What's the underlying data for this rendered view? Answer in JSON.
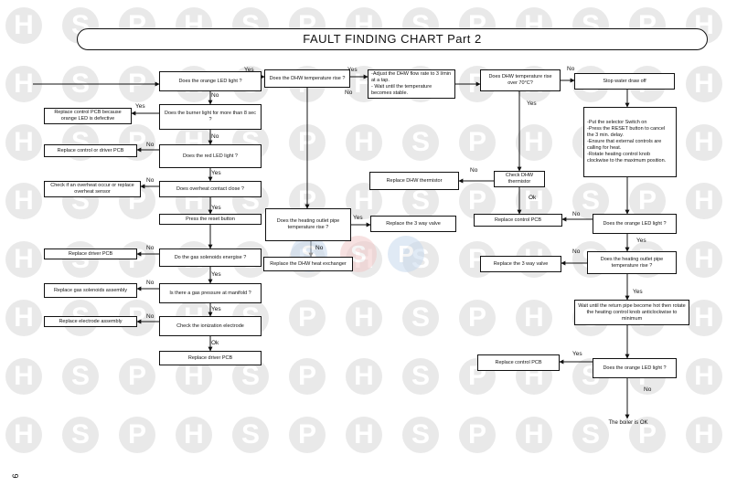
{
  "title": "FAULT FINDING CHART Part 2",
  "page_number": "9",
  "watermark_letters": [
    "H",
    "S",
    "P"
  ],
  "labels": {
    "yes": "Yes",
    "no": "No",
    "ok": "Ok"
  },
  "boxes": {
    "orange_led_1": "Does the orange LED light ?",
    "replace_control_pcb_orange": "Replace control PCB because orange LED is defective",
    "burner_light": "Does the burner light for more than 8 sec ?",
    "replace_control_driver_pcb": "Replace control or driver PCB",
    "red_led": "Does the red LED light ?",
    "overheat_check": "Check if an overheat occur or replace overheat sensor",
    "overheat_contact": "Does overheat contact close ?",
    "press_reset": "Press the reset button",
    "replace_driver_pcb_1": "Replace driver PCB",
    "gas_solenoids": "Do the gas solenoids energise ?",
    "replace_gas_solenoids": "Replace gas solenoids assembly",
    "gas_pressure": "Is there a gas pressure at manifold ?",
    "replace_electrode": "Replace electrode assembly",
    "check_ionization": "Check the ionization electrode",
    "replace_driver_pcb_2": "Replace driver PCB",
    "dhw_temp_rise": "Does the DHW temperature rise ?",
    "heating_outlet_1": "Does the heating outlet pipe temperature rise ?",
    "replace_dhw_exchanger": "Replace the DHW heat exchanger",
    "replace_3way_1": "Replace the 3 way valve",
    "adjust_flow": "-Adjust the DHW flow rate to 3 l/min at a tap.\n- Wait until the temperature becomes stable.",
    "replace_dhw_thermistor": "Replace DHW thermistor",
    "dhw_over_70": "Does DHW temperature rise over 70°C?",
    "check_dhw_thermistor": "Check DHW thermistor",
    "replace_control_pcb_1": "Replace control PCB",
    "stop_water": "Stop water draw off",
    "selector_steps": "-Put the selector Switch on\n-Press the RESET button to cancel the 3 min. delay.\n-Ensure that external controls are calling for heat.\n-Rotate heating control knob clockwise to the maximum position.",
    "orange_led_2": "Does the orange LED light ?",
    "replace_3way_2": "Replace the 3 way valve",
    "heating_outlet_2": "Does the heating outlet pipe temperature rise ?",
    "wait_return_pipe": "Wait until the return pipe become hot then rotate the heating control knob anticlockwise to minimum",
    "replace_control_pcb_2": "Replace control PCB",
    "orange_led_3": "Does the orange LED light ?",
    "boiler_ok": "The boiler is OK"
  }
}
